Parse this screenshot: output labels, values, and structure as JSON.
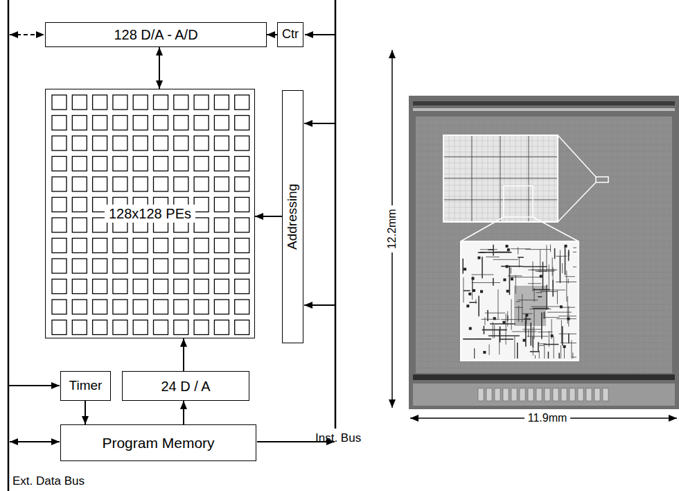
{
  "diagram": {
    "nodes": [
      {
        "text": [
          "128 D/A - A/D"
        ]
      },
      {
        "text": [
          "Ctr"
        ]
      },
      {
        "text": [
          "128x128 PEs"
        ]
      },
      {
        "text": [
          "Addressing"
        ]
      },
      {
        "text": [
          "Timer"
        ]
      },
      {
        "text": [
          "24 D / A"
        ]
      },
      {
        "text": [
          "Program Memory"
        ]
      }
    ],
    "edges": [
      {
        "from": 1,
        "to": 0,
        "arrow": "to"
      },
      {
        "from": 0,
        "to": 2,
        "arrow": "both"
      },
      {
        "from": 3,
        "to": 2,
        "arrow": "to"
      },
      {
        "from": 5,
        "to": 2,
        "arrow": "to"
      },
      {
        "from": 4,
        "to": 6,
        "arrow": "to"
      },
      {
        "from": 6,
        "to": 5,
        "arrow": "to"
      }
    ],
    "labels": [
      "Inst. Bus",
      "Ext. Data Bus",
      "12.2mm",
      "11.9mm"
    ]
  }
}
